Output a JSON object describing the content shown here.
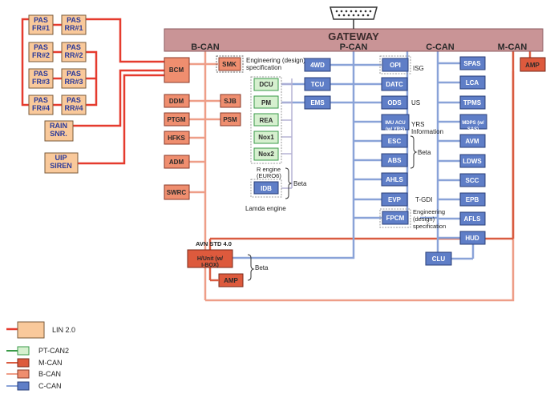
{
  "gateway": {
    "title": "GATEWAY",
    "bus_bcan": "B-CAN",
    "bus_pcan": "P-CAN",
    "bus_ccan": "C-CAN",
    "bus_mcan": "M-CAN"
  },
  "colors": {
    "lin": "#e53b2e",
    "lin_fill": "#f9c99b",
    "ptcan2": "#3a9a48",
    "ptcan2_fill": "#d6f0cf",
    "mcan": "#d95c41",
    "mcan_fill": "#dd5a3d",
    "bcan": "#ee9e88",
    "bcan_fill": "#ef8e6f",
    "ccan": "#8aa3d8",
    "ccan_fill": "#5f7ec7",
    "gateway_fill": "#c99496"
  },
  "lin_modules": {
    "pas_fr1": "PAS FR#1",
    "pas_rr1": "PAS RR#1",
    "pas_fr2": "PAS FR#2",
    "pas_rr2": "PAS RR#2",
    "pas_fr3": "PAS FR#3",
    "pas_rr3": "PAS RR#3",
    "pas_fr4": "PAS FR#4",
    "pas_rr4": "PAS RR#4",
    "rain_snr": "RAIN SNR.",
    "uip_siren": "UIP SIREN"
  },
  "bcan_modules": {
    "bcm": "BCM",
    "smk": "SMK",
    "ddm": "DDM",
    "sjb": "SJB",
    "ptgm": "PTGM",
    "psm": "PSM",
    "hfks": "HFKS",
    "adm": "ADM",
    "swrc": "SWRC"
  },
  "ptcan2_modules": {
    "dcu": "DCU",
    "pm": "PM",
    "rea": "REA",
    "nox1": "Nox1",
    "nox2": "Nox2"
  },
  "pcan_modules": {
    "fourwd": "4WD",
    "tcu": "TCU",
    "ems": "EMS",
    "idb": "IDB"
  },
  "ccan_modules": {
    "opi": "OPI",
    "datc": "DATC",
    "ods": "ODS",
    "imu": "IMU ACU (w/ YRS)",
    "esc": "ESC",
    "abs": "ABS",
    "ahls": "AHLS",
    "evp": "EVP",
    "fpcm": "FPCM",
    "spas": "SPAS",
    "lca": "LCA",
    "tpms": "TPMS",
    "mdps": "MDPS (w/ SAS)",
    "avm": "AVM",
    "ldws": "LDWS",
    "scc": "SCC",
    "epb": "EPB",
    "afls": "AFLS",
    "hud": "HUD",
    "clu": "CLU"
  },
  "mcan_modules": {
    "amp_right": "AMP",
    "hunit": "H/Unit (w/ I-BOX)",
    "amp_bottom": "AMP"
  },
  "annotations": {
    "smk_note": "Engineering (design) specification",
    "isg": "ISG",
    "us": "US",
    "yrs_info": "YRS Information",
    "beta_ccan": "Beta",
    "t_gdi": "T-GDI",
    "fpcm_note": "Engineering (design) specification",
    "r_engine": "R engine (EURO6)",
    "beta_idb": "Beta",
    "lamda": "Lamda engine",
    "avn": "AVN STD 4.0",
    "beta_hunit": "Beta"
  },
  "legend": {
    "lin": "LIN 2.0",
    "ptcan2": "PT-CAN2",
    "mcan": "M-CAN",
    "bcan": "B-CAN",
    "ccan": "C-CAN"
  }
}
